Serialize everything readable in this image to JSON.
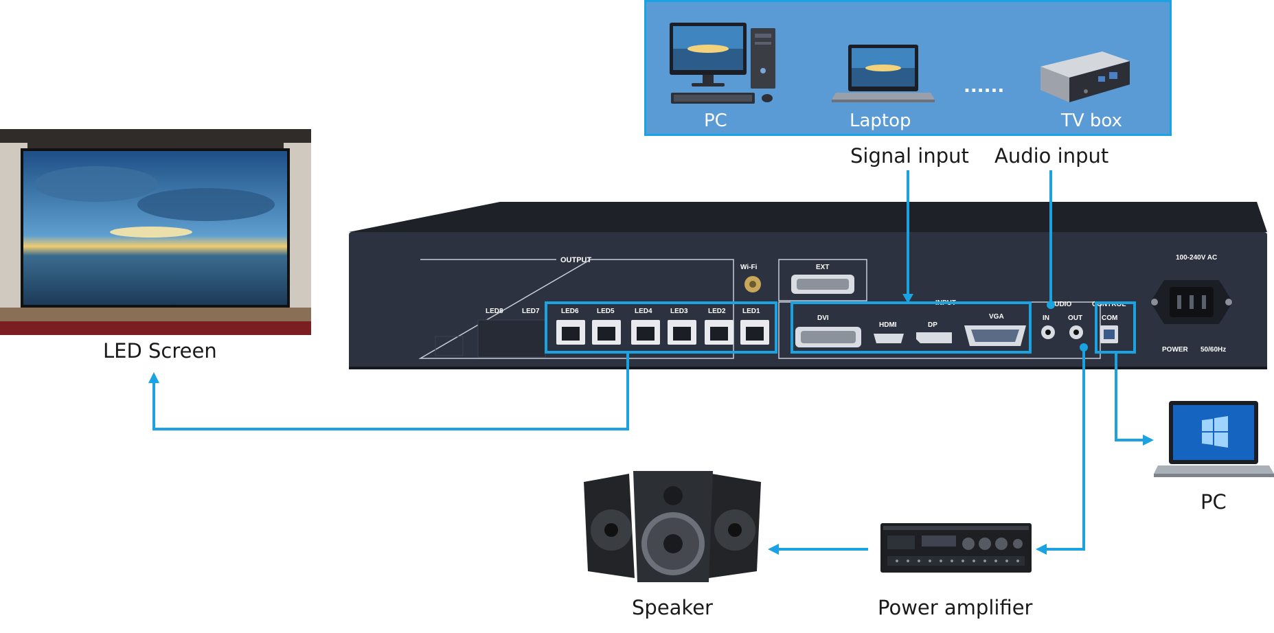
{
  "sources": {
    "pc": "PC",
    "laptop": "Laptop",
    "dots": "......",
    "tvbox": "TV box"
  },
  "labels": {
    "signal_input": "Signal input",
    "audio_input": "Audio input",
    "led_screen": "LED Screen",
    "pc_right": "PC",
    "speaker": "Speaker",
    "power_amplifier": "Power amplifier"
  },
  "panel": {
    "output": "OUTPUT",
    "wifi": "Wi-Fi",
    "ext": "EXT",
    "input": "INPUT",
    "audio": "AUDIO",
    "control": "CONTROL",
    "ports_led": [
      "LED8",
      "LED7",
      "LED6",
      "LED5",
      "LED4",
      "LED3",
      "LED2",
      "LED1"
    ],
    "dvi": "DVI",
    "hdmi": "HDMI",
    "dp": "DP",
    "vga": "VGA",
    "audio_in": "IN",
    "audio_out": "OUT",
    "com": "COM",
    "ac": "100-240V AC",
    "power": "POWER",
    "hz": "50/60Hz"
  },
  "colors": {
    "accent": "#1aa3e0",
    "source_panel": "#5b9bd5",
    "device_body": "#2a2f3a"
  }
}
